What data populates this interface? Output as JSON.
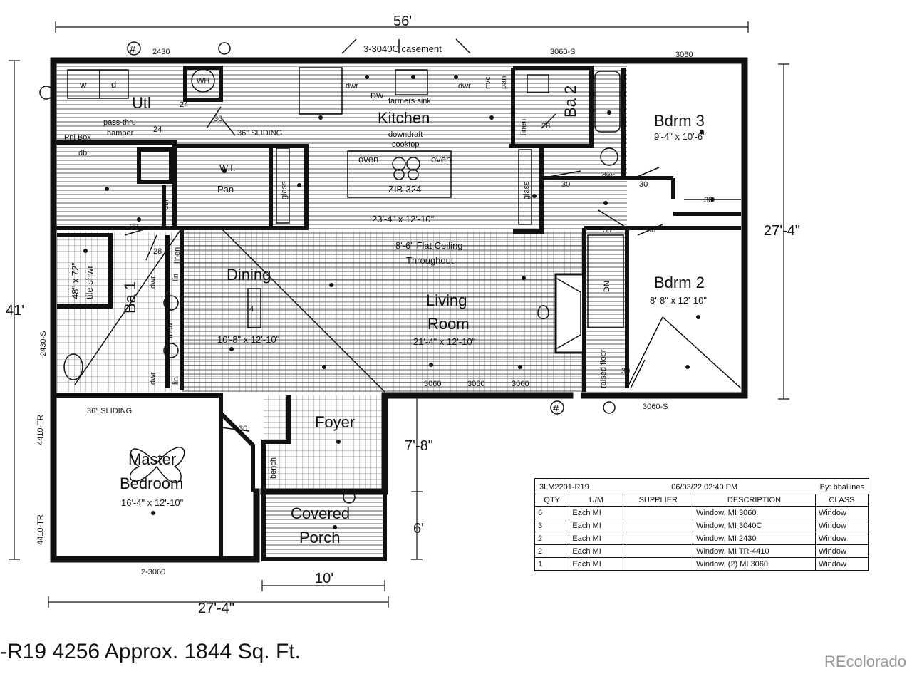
{
  "dimensions": {
    "overall_width": "56'",
    "overall_depth": "41'",
    "right_depth": "27'-4\"",
    "bottom_width": "27'-4\"",
    "porch_depth_upper": "7'-8\"",
    "porch_depth_lower": "6'",
    "porch_width": "10'"
  },
  "windows": {
    "top_left": "2430",
    "top_casement": "3-3040C casement",
    "top_ba2": "3060-S",
    "top_bdrm3": "3060",
    "left_side": "2430-S",
    "left_master_upper": "4410-TR",
    "left_master_lower": "4410-TR",
    "bottom_master": "2-3060",
    "bottom_living_1": "3060",
    "bottom_living_2": "3060",
    "bottom_living_3": "3060",
    "bottom_bdrm2": "3060-S"
  },
  "rooms": {
    "utility": "Utl",
    "washer": "w",
    "dryer": "d",
    "water_heater": "WH",
    "pass_thru": "pass-thru",
    "hamper": "hamper",
    "panel_box": "Pnl Box",
    "sliding_36": "36\" SLIDING",
    "kitchen": "Kitchen",
    "farmers_sink": "farmers sink",
    "downdraft": "downdraft",
    "cooktop": "cooktop",
    "dwr_left": "dwr",
    "dwr_right": "dwr",
    "dw": "DW",
    "mw": "m/c",
    "pan": "pan",
    "oven_left": "oven",
    "oven_right": "oven",
    "island": "ZIB-324",
    "kitchen_size": "23'-4\" x 12'-10\"",
    "wi_pantry": "W.I.",
    "wi_pantry2": "Pan",
    "dbl_upper": "dbl",
    "dbl_side": "dbl",
    "glass_left": "glass",
    "glass_right": "glass",
    "linen_upper": "linen",
    "ba2": "Ba 2",
    "bdrm3": "Bdrm 3",
    "bdrm3_size": "9'-4\" x 10'-6\"",
    "dwr_bdrm3": "dwr",
    "ceiling_note_1": "8'-6\" Flat Ceiling",
    "ceiling_note_2": "Throughout",
    "dining": "Dining",
    "dining_size": "10'-8\" x 12'-10\"",
    "dining_table": "4",
    "living_1": "Living",
    "living_2": "Room",
    "living_size": "21'-4\" x 12'-10\"",
    "stairs": "DN",
    "bdrm2": "Bdrm 2",
    "bdrm2_size": "8'-8\" x 12'-10\"",
    "raised_floor": "raised floor",
    "ba1": "Ba 1",
    "shower_1": "48\" x 72\"",
    "shower_2": "tile shwr",
    "linen_ba1": "linen",
    "lin_1": "lin",
    "lin_2": "lin",
    "dwr_ba1_1": "dwr",
    "dwr_ba1_2": "dwr",
    "med": "med",
    "master_1": "Master",
    "master_2": "Bedroom",
    "master_size": "16'-4\" x 12'-10\"",
    "sliding_master": "36\" SLIDING",
    "foyer": "Foyer",
    "bench": "bench",
    "porch_1": "Covered",
    "porch_2": "Porch",
    "door_30": "30",
    "door_28": "28",
    "door_24": "24"
  },
  "schedule": {
    "plan_id": "3LM2201-R19",
    "date": "06/03/22 02:40 PM",
    "by": "By: bballines",
    "headers": [
      "QTY",
      "U/M",
      "SUPPLIER",
      "DESCRIPTION",
      "CLASS"
    ],
    "rows": [
      [
        "6",
        "Each MI",
        "",
        "Window, MI 3060",
        "Window"
      ],
      [
        "3",
        "Each MI",
        "",
        "Window, MI 3040C",
        "Window"
      ],
      [
        "2",
        "Each MI",
        "",
        "Window, MI 2430",
        "Window"
      ],
      [
        "2",
        "Each MI",
        "",
        "Window, MI TR-4410",
        "Window"
      ],
      [
        "1",
        "Each MI",
        "",
        "Window, (2) MI 3060",
        "Window"
      ]
    ]
  },
  "caption": "-R19 4256  Approx. 1844 Sq. Ft.",
  "watermark": "REcolorado"
}
